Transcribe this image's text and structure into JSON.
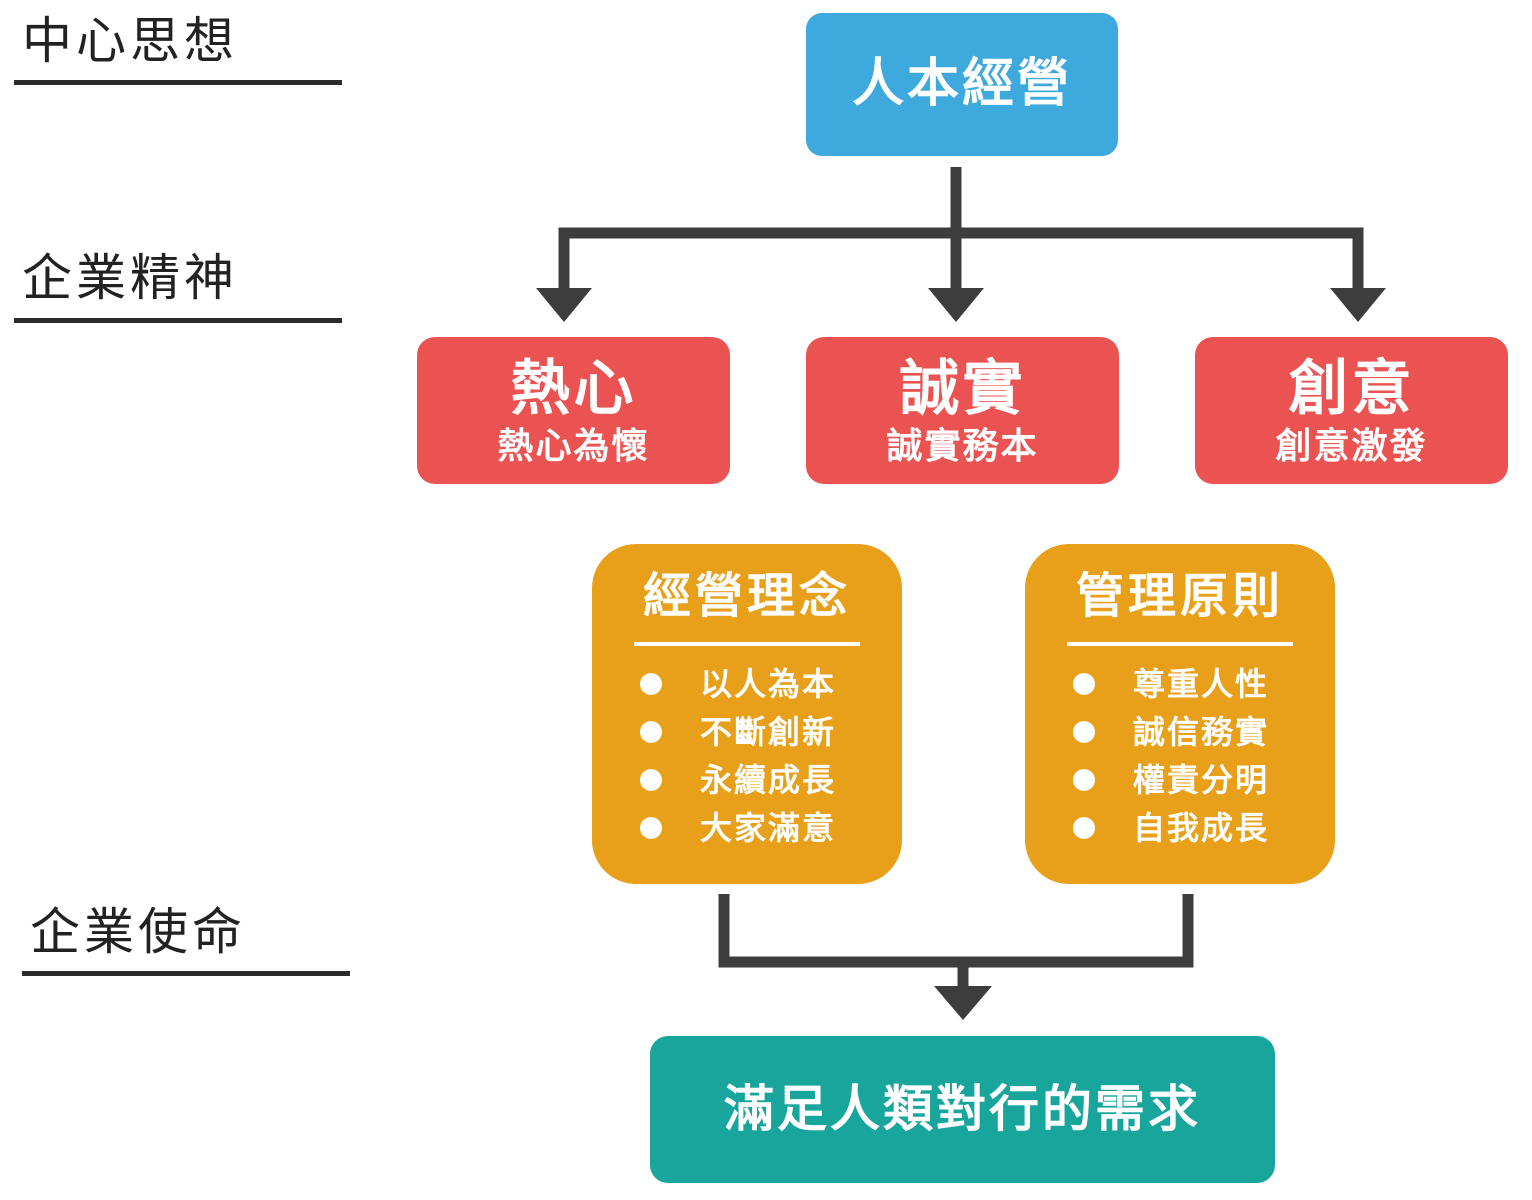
{
  "side_labels": {
    "core_thought": "中心思想",
    "enterprise_spirit": "企業精神",
    "enterprise_mission": "企業使命"
  },
  "core": {
    "title": "人本經營"
  },
  "spirits": [
    {
      "title": "熱心",
      "subtitle": "熱心為懷"
    },
    {
      "title": "誠實",
      "subtitle": "誠實務本"
    },
    {
      "title": "創意",
      "subtitle": "創意激發"
    }
  ],
  "principles": [
    {
      "title": "經營理念",
      "items": [
        "以人為本",
        "不斷創新",
        "永續成長",
        "大家滿意"
      ]
    },
    {
      "title": "管理原則",
      "items": [
        "尊重人性",
        "誠信務實",
        "權責分明",
        "自我成長"
      ]
    }
  ],
  "mission": {
    "title": "滿足人類對行的需求"
  },
  "colors": {
    "core": "#3da9dd",
    "spirit": "#eb5252",
    "principle": "#e89f1a",
    "mission": "#18a59b",
    "connector": "#3d3d3d",
    "rule": "#2b2b2b"
  }
}
